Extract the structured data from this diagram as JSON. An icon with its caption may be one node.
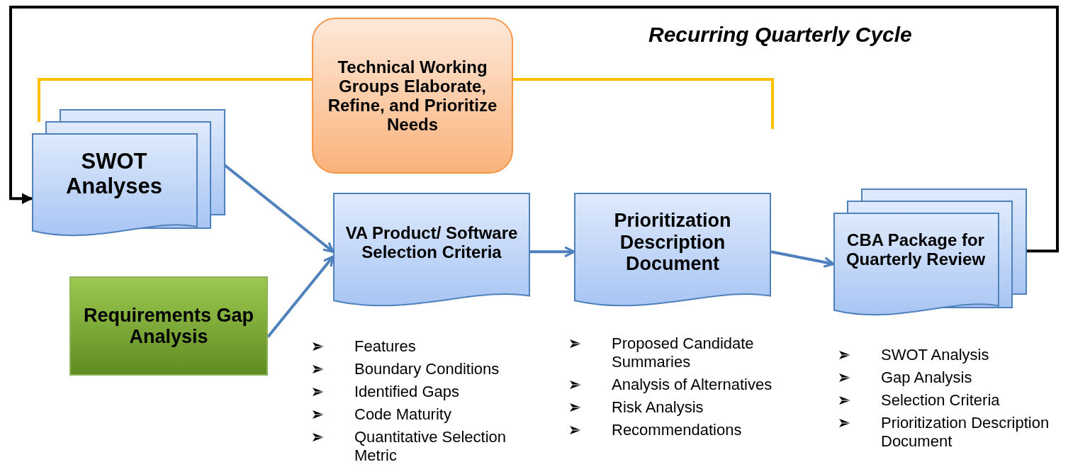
{
  "diagram": {
    "nodes": [
      {
        "text": [
          "SWOT Analyses"
        ]
      },
      {
        "text": [
          "Technical Working Groups Elaborate, Refine, and Prioritize Needs"
        ]
      },
      {
        "text": [
          "Requirements Gap Analysis"
        ]
      },
      {
        "text": [
          "VA Product/ Software Selection Criteria"
        ],
        "beside": [
          "Features",
          "Boundary Conditions",
          "Identified Gaps",
          "Code Maturity",
          "Quantitative Selection Metric"
        ]
      },
      {
        "text": [
          "Prioritization Description Document"
        ],
        "beside": [
          "Proposed Candidate Summaries",
          "Analysis of Alternatives",
          "Risk Analysis",
          "Recommendations"
        ]
      },
      {
        "text": [
          "CBA Package for Quarterly Review"
        ],
        "beside": [
          "SWOT Analysis",
          "Gap Analysis",
          "Selection Criteria",
          "Prioritization Description Document"
        ]
      }
    ],
    "edges": [
      {
        "from": 0,
        "to": 3,
        "arrow": "to"
      },
      {
        "from": 2,
        "to": 3,
        "arrow": "to"
      },
      {
        "from": 3,
        "to": 4,
        "arrow": "to"
      },
      {
        "from": 4,
        "to": 5,
        "arrow": "to"
      },
      {
        "from": 5,
        "to": 0,
        "arrow": "to",
        "color": "#000000"
      }
    ],
    "labels": [
      "Recurring Quarterly Cycle"
    ]
  }
}
